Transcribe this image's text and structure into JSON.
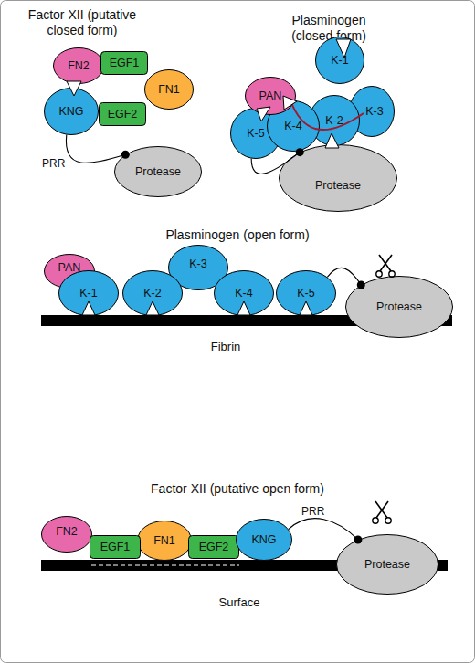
{
  "diagram": {
    "nodes": [
      {
        "text": [
          "FN2"
        ]
      },
      {
        "text": [
          "EGF1"
        ]
      },
      {
        "text": [
          "FN1"
        ]
      },
      {
        "text": [
          "KNG"
        ]
      },
      {
        "text": [
          "EGF2"
        ]
      },
      {
        "text": [
          "Protease"
        ]
      },
      {
        "text": [
          "K-1"
        ]
      },
      {
        "text": [
          "PAN"
        ]
      },
      {
        "text": [
          "K-5"
        ]
      },
      {
        "text": [
          "K-4"
        ]
      },
      {
        "text": [
          "K-2"
        ]
      },
      {
        "text": [
          "K-3"
        ]
      },
      {
        "text": [
          "Protease"
        ]
      },
      {
        "text": [
          "PAN"
        ]
      },
      {
        "text": [
          "K-1"
        ]
      },
      {
        "text": [
          "K-2"
        ]
      },
      {
        "text": [
          "K-3"
        ]
      },
      {
        "text": [
          "K-4"
        ]
      },
      {
        "text": [
          "K-5"
        ]
      },
      {
        "text": [
          "Fibrin"
        ]
      },
      {
        "text": [
          "Protease"
        ]
      },
      {
        "text": [
          "FN2"
        ]
      },
      {
        "text": [
          "EGF1"
        ]
      },
      {
        "text": [
          "FN1"
        ]
      },
      {
        "text": [
          "EGF2"
        ]
      },
      {
        "text": [
          "KNG"
        ]
      },
      {
        "text": [
          "Surface"
        ]
      },
      {
        "text": [
          "Protease"
        ]
      }
    ],
    "edges": [
      {
        "from": 3,
        "to": 5,
        "label": "PRR",
        "arrow": "none"
      },
      {
        "from": 8,
        "to": 12,
        "arrow": "none"
      },
      {
        "from": 18,
        "to": 20,
        "arrow": "none"
      },
      {
        "from": 25,
        "to": 27,
        "label": "PRR",
        "arrow": "none"
      }
    ],
    "labels": [
      "Factor XII (putative closed form)",
      "Plasminogen (closed form)",
      "Plasminogen (open form)",
      "Factor XII (putative open form)"
    ]
  }
}
